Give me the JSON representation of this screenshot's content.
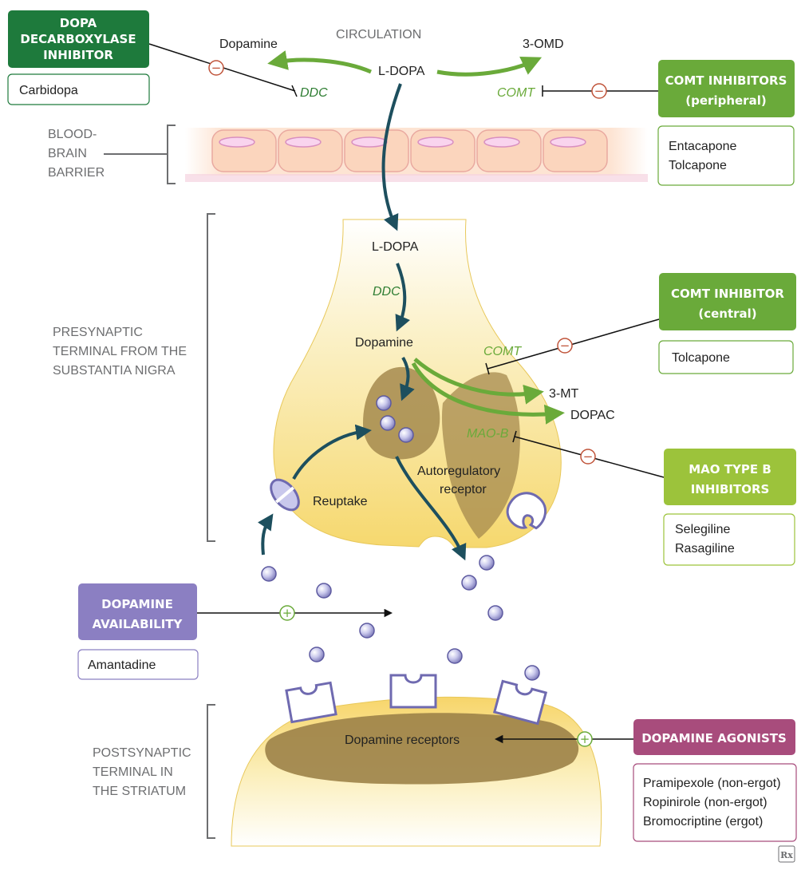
{
  "colors": {
    "ddc_header": "#1e7a3c",
    "comt_header": "#6aaa3a",
    "mao_header": "#9cc33b",
    "availability_header": "#8b7fc2",
    "agonist_header": "#a84c7c",
    "enzyme_text": "#2e7d32",
    "neuron_fill": "#f8e9a8",
    "synaptic_dark": "#9c8248",
    "vesicle": "#b9b8e0",
    "arrow_dark": "#1d4f5e",
    "arrow_green": "#6aaa3a",
    "inhibit_red": "#c0543a"
  },
  "labels": {
    "circulation": "CIRCULATION",
    "ldopa_top": "L-DOPA",
    "dopamine_top": "Dopamine",
    "omd": "3-OMD",
    "ddc_top": "DDC",
    "comt_top": "COMT",
    "bbb_line1": "BLOOD-",
    "bbb_line2": "BRAIN",
    "bbb_line3": "BARRIER",
    "ldopa_pre": "L-DOPA",
    "ddc_pre": "DDC",
    "dopamine_pre": "Dopamine",
    "comt_pre": "COMT",
    "mt": "3-MT",
    "dopac": "DOPAC",
    "maob": "MAO-B",
    "autoreg_line1": "Autoregulatory",
    "autoreg_line2": "receptor",
    "reuptake": "Reuptake",
    "pre_line1": "PRESYNAPTIC",
    "pre_line2": "TERMINAL FROM THE",
    "pre_line3": "SUBSTANTIA NIGRA",
    "post_line1": "POSTSYNAPTIC",
    "post_line2": "TERMINAL IN",
    "post_line3": "THE STRIATUM",
    "receptors": "Dopamine receptors",
    "rx": "Rx"
  },
  "drug_boxes": {
    "ddc": {
      "header_line1": "DOPA",
      "header_line2": "DECARBOXYLASE",
      "header_line3": "INHIBITOR",
      "drugs": [
        "Carbidopa"
      ]
    },
    "comt_peripheral": {
      "header_line1": "COMT INHIBITORS",
      "header_line2": "(peripheral)",
      "drugs": [
        "Entacapone",
        "Tolcapone"
      ]
    },
    "comt_central": {
      "header_line1": "COMT INHIBITOR",
      "header_line2": "(central)",
      "drugs": [
        "Tolcapone"
      ]
    },
    "mao_b": {
      "header_line1": "MAO TYPE B",
      "header_line2": "INHIBITORS",
      "drugs": [
        "Selegiline",
        "Rasagiline"
      ]
    },
    "availability": {
      "header_line1": "DOPAMINE",
      "header_line2": "AVAILABILITY",
      "drugs": [
        "Amantadine"
      ]
    },
    "agonists": {
      "header_line1": "DOPAMINE AGONISTS",
      "drugs": [
        "Pramipexole (non-ergot)",
        "Ropinirole (non-ergot)",
        "Bromocriptine (ergot)"
      ]
    }
  },
  "symbols": {
    "minus": "−",
    "plus": "+"
  }
}
